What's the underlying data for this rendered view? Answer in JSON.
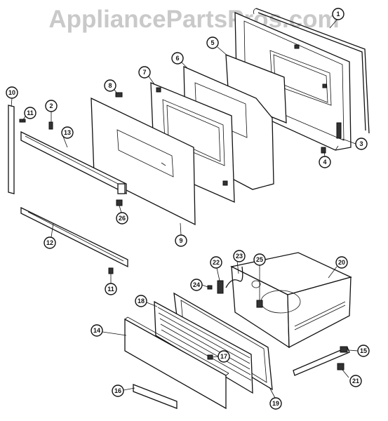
{
  "watermark": "AppliancePartsPros.com",
  "callouts": [
    {
      "id": "c1",
      "label": "1"
    },
    {
      "id": "c2",
      "label": "2"
    },
    {
      "id": "c3",
      "label": "3"
    },
    {
      "id": "c4",
      "label": "4"
    },
    {
      "id": "c5",
      "label": "5"
    },
    {
      "id": "c6",
      "label": "6"
    },
    {
      "id": "c7",
      "label": "7"
    },
    {
      "id": "c8",
      "label": "8"
    },
    {
      "id": "c9",
      "label": "9"
    },
    {
      "id": "c10",
      "label": "10"
    },
    {
      "id": "c11a",
      "label": "11"
    },
    {
      "id": "c11b",
      "label": "11"
    },
    {
      "id": "c12",
      "label": "12"
    },
    {
      "id": "c13",
      "label": "13"
    },
    {
      "id": "c14",
      "label": "14"
    },
    {
      "id": "c15",
      "label": "15"
    },
    {
      "id": "c16",
      "label": "16"
    },
    {
      "id": "c17",
      "label": "17"
    },
    {
      "id": "c18",
      "label": "18"
    },
    {
      "id": "c19",
      "label": "19"
    },
    {
      "id": "c20",
      "label": "20"
    },
    {
      "id": "c21",
      "label": "21"
    },
    {
      "id": "c22",
      "label": "22"
    },
    {
      "id": "c23",
      "label": "23"
    },
    {
      "id": "c24",
      "label": "24"
    },
    {
      "id": "c25",
      "label": "25"
    },
    {
      "id": "c26",
      "label": "26"
    }
  ]
}
